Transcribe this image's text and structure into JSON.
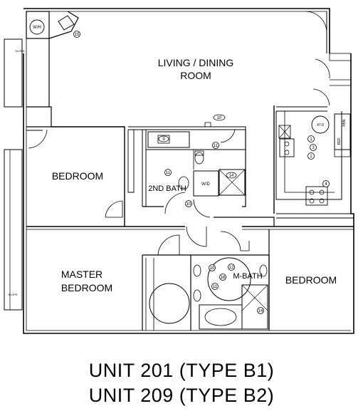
{
  "rooms": {
    "living_line1": "LIVING / DINING",
    "living_line2": "ROOM",
    "bedroom_left": "BEDROOM",
    "second_bath": "2ND BATH",
    "master_line1": "MASTER",
    "master_line2": "BEDROOM",
    "master_bath": "M-BATH",
    "bedroom_right": "BEDROOM"
  },
  "fixtures": {
    "washer_dryer_top": "W/H",
    "washer_dryer_bath": "W/D",
    "slope_top": "SLOPE",
    "slope_bottom": "SLOPE",
    "pantry": "PAN.",
    "refrigerator": "REF.",
    "range_hood": "47.0"
  },
  "tags": {
    "t15": "15",
    "t10a": "10",
    "t9": "9",
    "t11a": "11",
    "t11b": "11",
    "t14a": "14",
    "t10b": "10",
    "t1": "1",
    "t3": "3",
    "t2": "2",
    "t4": "4",
    "t10c": "10",
    "t12": "12",
    "t16": "16",
    "t11c": "11",
    "t14b": "14"
  },
  "caption": {
    "line1": "UNIT 201 (TYPE B1)",
    "line2": "UNIT 209 (TYPE B2)"
  }
}
